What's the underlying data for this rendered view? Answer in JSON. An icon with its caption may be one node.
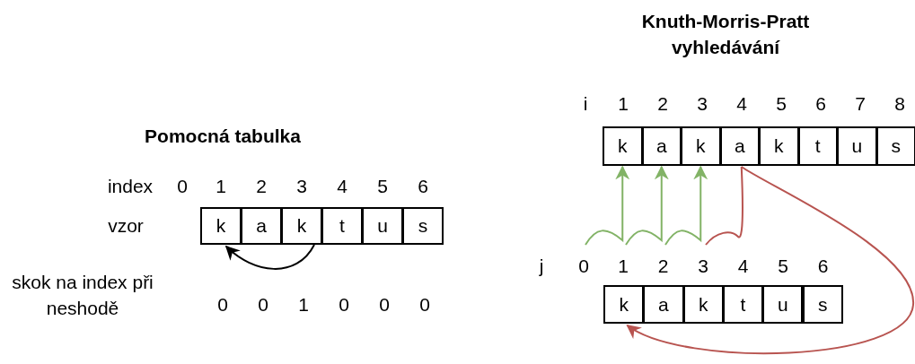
{
  "diagram": {
    "nodes": [
      {
        "text": [
          "k"
        ]
      },
      {
        "text": [
          "a"
        ]
      },
      {
        "text": [
          "k"
        ]
      },
      {
        "text": [
          "t"
        ]
      },
      {
        "text": [
          "u"
        ]
      },
      {
        "text": [
          "s"
        ]
      },
      {
        "text": [
          "k"
        ]
      },
      {
        "text": [
          "a"
        ]
      },
      {
        "text": [
          "k"
        ]
      },
      {
        "text": [
          "a"
        ]
      },
      {
        "text": [
          "k"
        ]
      },
      {
        "text": [
          "t"
        ]
      },
      {
        "text": [
          "u"
        ]
      },
      {
        "text": [
          "s"
        ]
      },
      {
        "text": [
          "k"
        ]
      },
      {
        "text": [
          "a"
        ]
      },
      {
        "text": [
          "k"
        ]
      },
      {
        "text": [
          "t"
        ]
      },
      {
        "text": [
          "u"
        ]
      },
      {
        "text": [
          "s"
        ]
      }
    ],
    "edges": [
      {
        "from": 2,
        "to": 0,
        "arrow": "to",
        "color": "#000000"
      },
      {
        "from": null,
        "to": 6,
        "arrow": "to",
        "color": "#82b366"
      },
      {
        "from": null,
        "to": 7,
        "arrow": "to",
        "color": "#82b366"
      },
      {
        "from": null,
        "to": 8,
        "arrow": "to",
        "color": "#82b366"
      },
      {
        "from": null,
        "to": 9,
        "arrow": "none",
        "color": "#b85450"
      },
      {
        "from": 9,
        "to": 14,
        "arrow": "to",
        "color": "#b85450"
      }
    ],
    "labels": [
      "Knuth-Morris-Pratt vyhledávání",
      "i",
      "1",
      "2",
      "3",
      "4",
      "5",
      "6",
      "7",
      "8",
      "Pomocná tabulka",
      "index",
      "0",
      "1",
      "2",
      "3",
      "4",
      "5",
      "6",
      "vzor",
      "j",
      "0",
      "1",
      "2",
      "3",
      "4",
      "5",
      "6",
      "skok na index při neshodě",
      "0",
      "0",
      "1",
      "0",
      "0",
      "0"
    ]
  }
}
